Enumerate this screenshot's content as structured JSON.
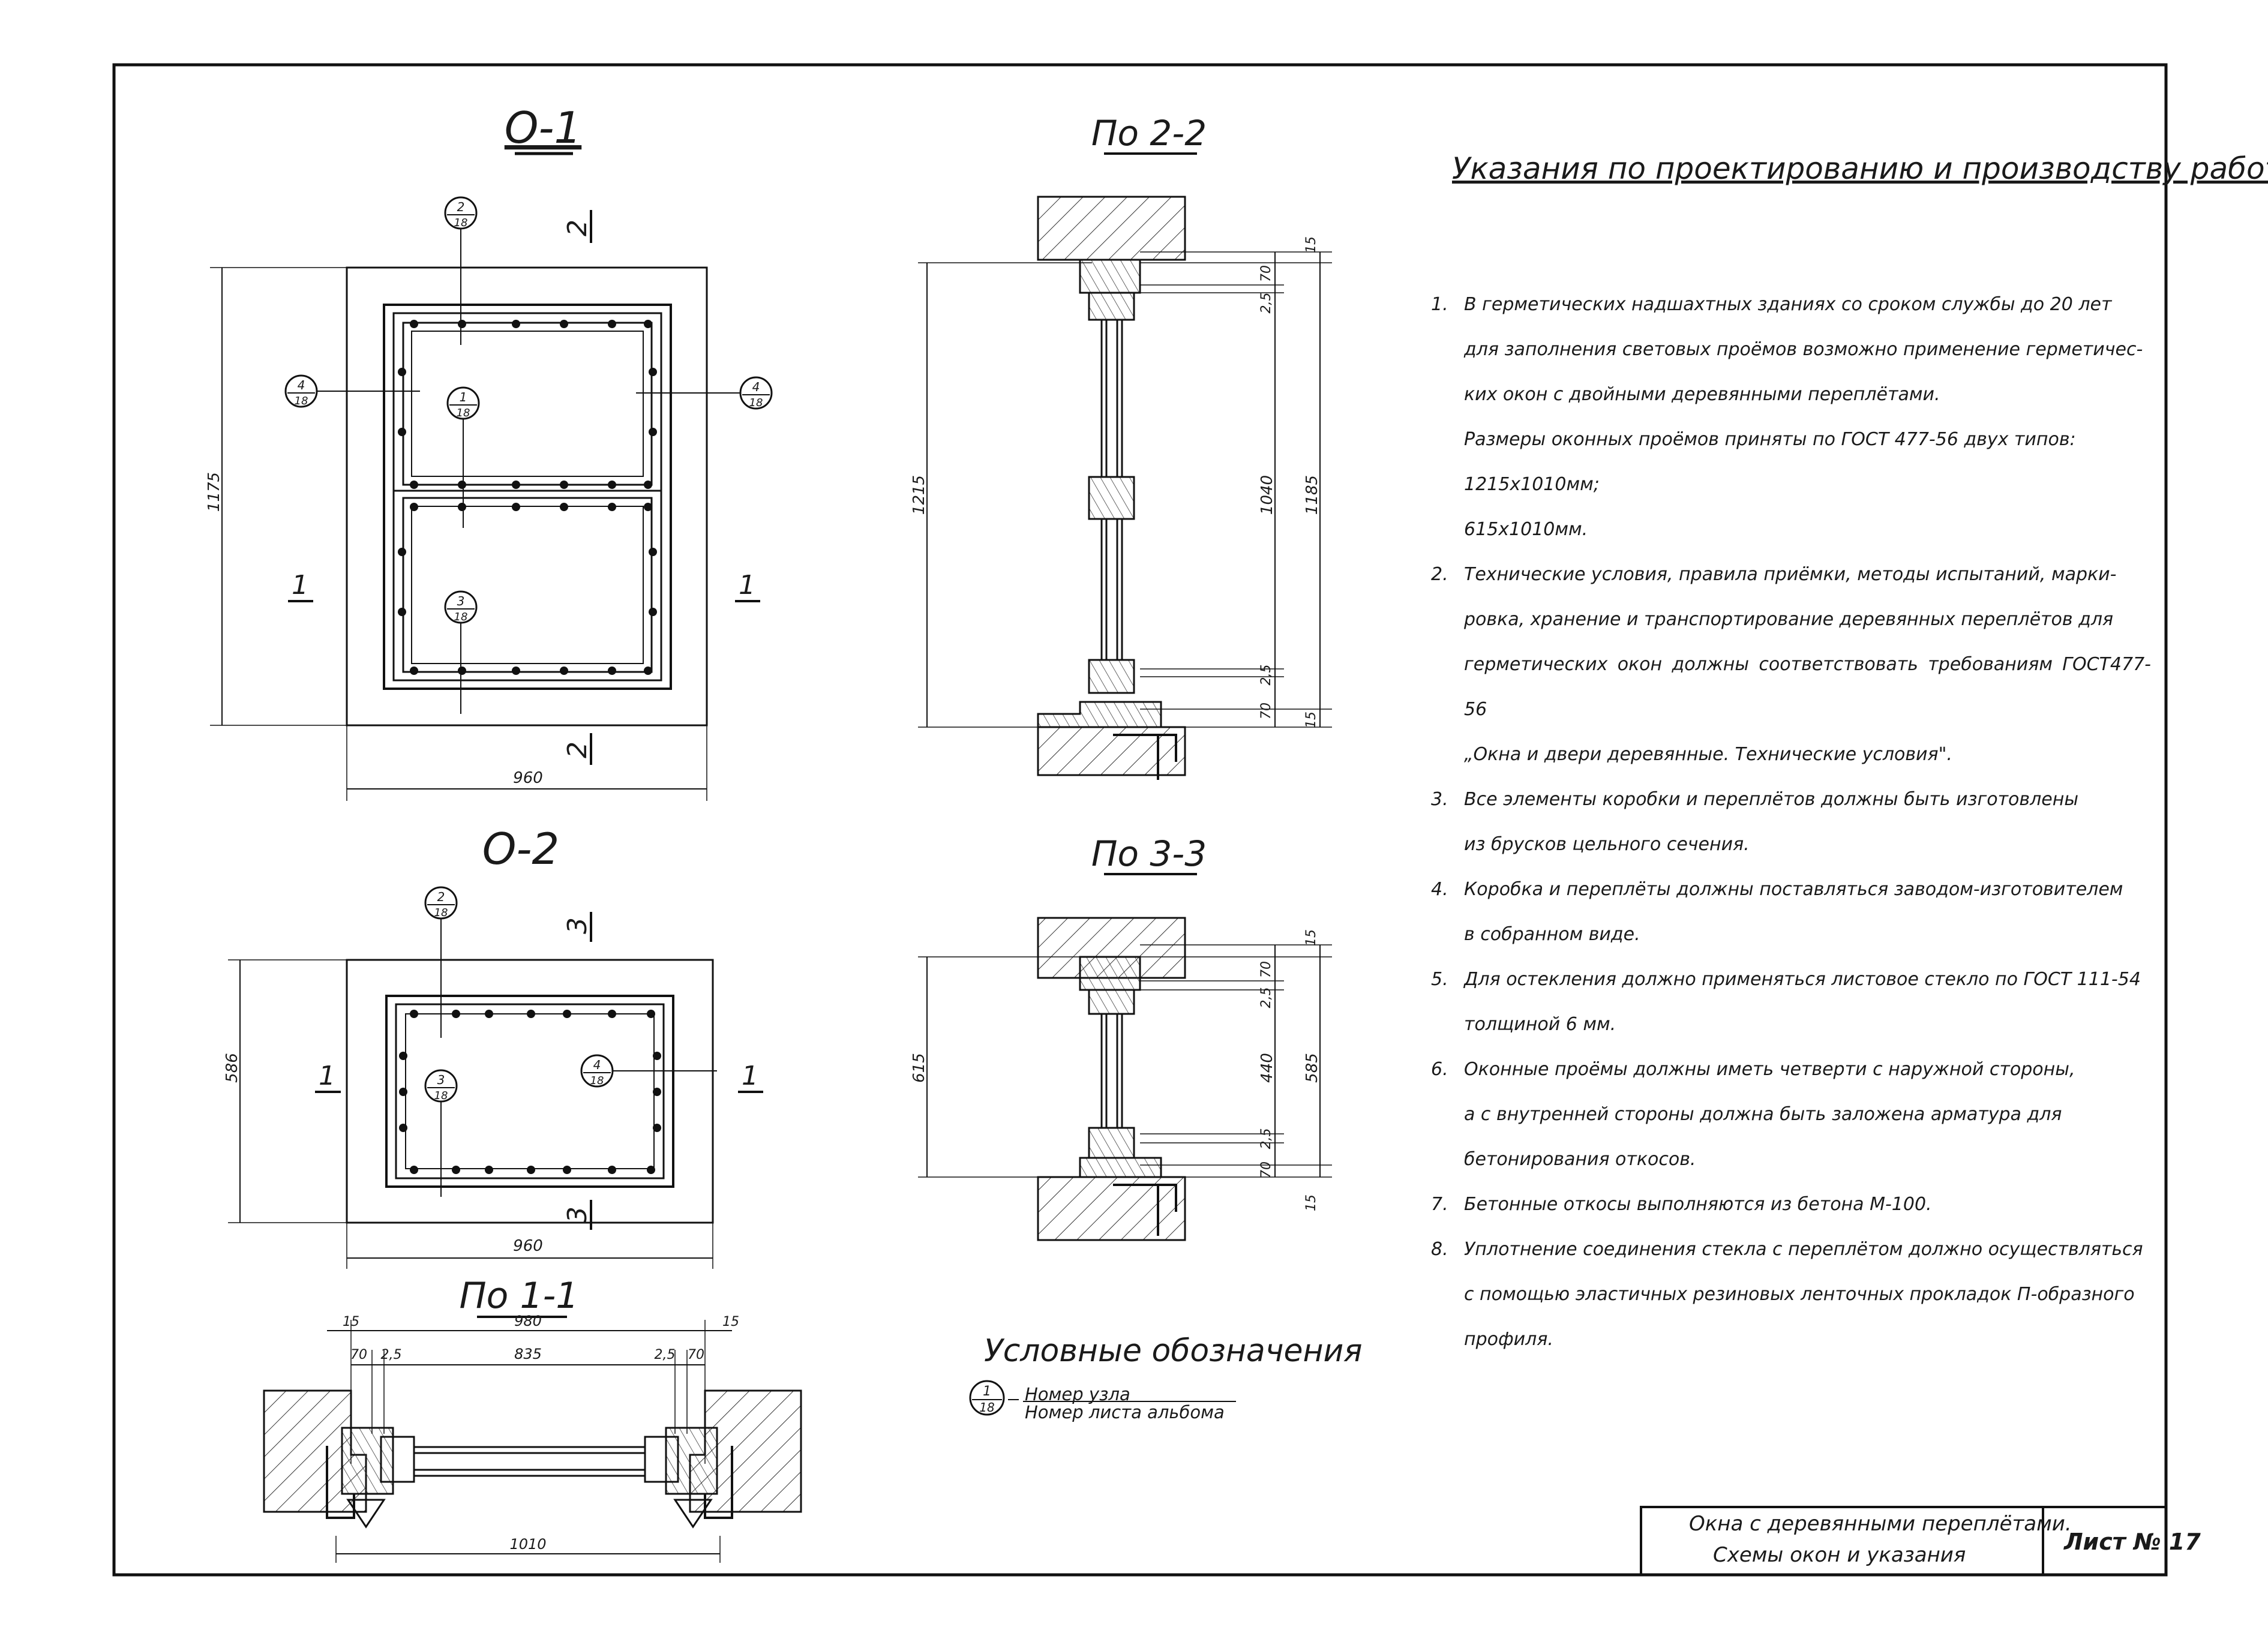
{
  "views": {
    "o1": {
      "title": "О-1",
      "width": "960",
      "height": "1175",
      "section_left": "1",
      "section_right": "1",
      "section_top": "2",
      "section_bottom": "2"
    },
    "o2": {
      "title": "О-2",
      "width": "960",
      "height": "586",
      "section_left": "1",
      "section_right": "1",
      "section_top": "3",
      "section_bottom": "3"
    },
    "s22": {
      "title": "По 2-2",
      "dim_total": "1215",
      "dim_inner": "1185",
      "dim_glass": "1040",
      "d15a": "15",
      "d70a": "70",
      "d25a": "2,5",
      "d25b": "2,5",
      "d70b": "70",
      "d15b": "15"
    },
    "s33": {
      "title": "По 3-3",
      "dim_total": "615",
      "dim_inner": "585",
      "dim_glass": "440",
      "d15a": "15",
      "d70a": "70",
      "d25a": "2,5",
      "d25b": "2,5",
      "d70b": "70",
      "d15b": "15"
    },
    "s11": {
      "title": "По 1-1",
      "dim_top": "980",
      "dim_glass": "835",
      "dim_bottom": "1010",
      "d15l": "15",
      "d15r": "15",
      "d70l": "70",
      "d70r": "70",
      "d25l": "2,5",
      "d25r": "2,5"
    }
  },
  "callouts": {
    "c1": {
      "top": "1",
      "bottom": "18"
    },
    "c2": {
      "top": "2",
      "bottom": "18"
    },
    "c3": {
      "top": "3",
      "bottom": "18"
    },
    "c4": {
      "top": "4",
      "bottom": "18"
    }
  },
  "notes": {
    "title": "Указания по проектированию и производству работ",
    "items": [
      {
        "num": "1.",
        "lines": [
          "В герметических надшахтных зданиях со сроком службы до 20 лет",
          "для заполнения световых проёмов возможно применение герметичес-",
          "ких окон с двойными деревянными переплётами.",
          "Размеры оконных проёмов приняты по ГОСТ 477-56 двух типов:",
          "1215х1010мм;",
          "615х1010мм."
        ]
      },
      {
        "num": "2.",
        "lines": [
          "Технические условия, правила приёмки, методы испытаний, марки-",
          "ровка, хранение и транспортирование деревянных переплётов для",
          "герметических окон должны соответствовать требованиям ГОСТ477-56",
          "„Окна и двери деревянные. Технические условия\"."
        ]
      },
      {
        "num": "3.",
        "lines": [
          "Все элементы коробки и переплётов должны быть изготовлены",
          "из брусков цельного сечения."
        ]
      },
      {
        "num": "4.",
        "lines": [
          "Коробка и переплёты должны поставляться заводом-изготовителем",
          "в собранном виде."
        ]
      },
      {
        "num": "5.",
        "lines": [
          "Для остекления должно применяться листовое стекло по ГОСТ 111-54",
          "толщиной 6 мм."
        ]
      },
      {
        "num": "6.",
        "lines": [
          "Оконные проёмы должны иметь четверти с наружной стороны,",
          "а с внутренней стороны должна быть заложена арматура для",
          "бетонирования откосов."
        ]
      },
      {
        "num": "7.",
        "lines": [
          "Бетонные откосы выполняются из бетона М-100."
        ]
      },
      {
        "num": "8.",
        "lines": [
          "Уплотнение соединения стекла с переплётом должно осуществляться",
          "с помощью эластичных резиновых ленточных прокладок П-образного",
          "профиля."
        ]
      }
    ]
  },
  "legend": {
    "title": "Условные обозначения",
    "top": "1",
    "bottom": "18",
    "line1": "Номер узла",
    "line2": "Номер листа альбома"
  },
  "stamp": {
    "line1": "Окна с деревянными переплётами.",
    "line2": "Схемы окон и указания",
    "sheet": "Лист № 17"
  }
}
